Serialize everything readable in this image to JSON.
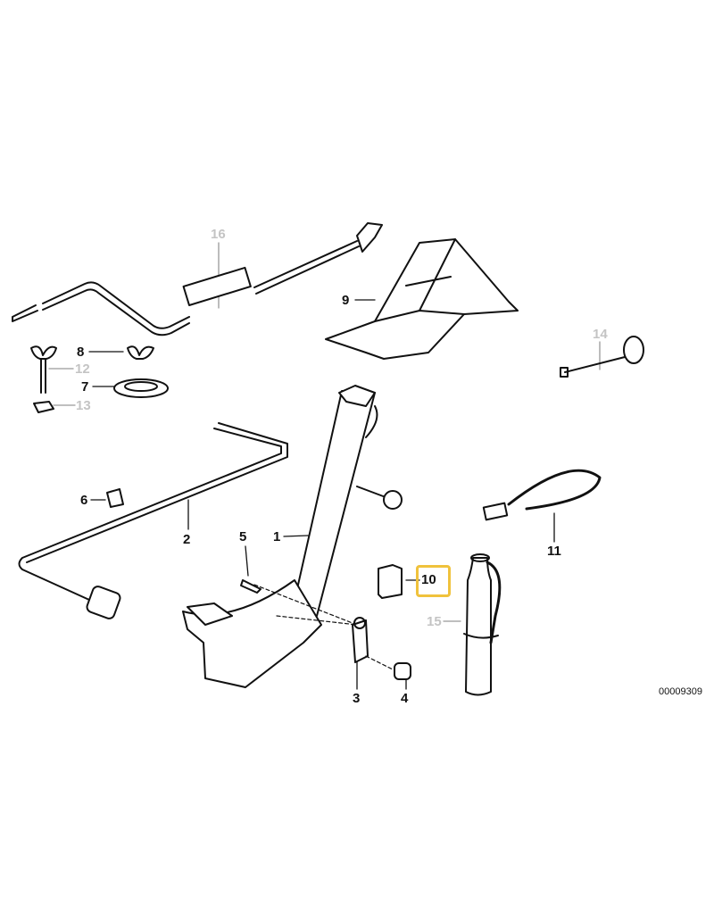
{
  "diagram": {
    "reference_number": "00009309",
    "highlight_color": "#f0c23c",
    "part_labels": [
      {
        "number": "1",
        "status": "active"
      },
      {
        "number": "2",
        "status": "active"
      },
      {
        "number": "3",
        "status": "active"
      },
      {
        "number": "4",
        "status": "active"
      },
      {
        "number": "5",
        "status": "active"
      },
      {
        "number": "6",
        "status": "active"
      },
      {
        "number": "7",
        "status": "active"
      },
      {
        "number": "8",
        "status": "active"
      },
      {
        "number": "9",
        "status": "active"
      },
      {
        "number": "10",
        "status": "highlighted"
      },
      {
        "number": "11",
        "status": "active"
      },
      {
        "number": "12",
        "status": "greyed"
      },
      {
        "number": "13",
        "status": "greyed"
      },
      {
        "number": "14",
        "status": "greyed"
      },
      {
        "number": "15",
        "status": "greyed"
      },
      {
        "number": "16",
        "status": "greyed"
      }
    ]
  }
}
